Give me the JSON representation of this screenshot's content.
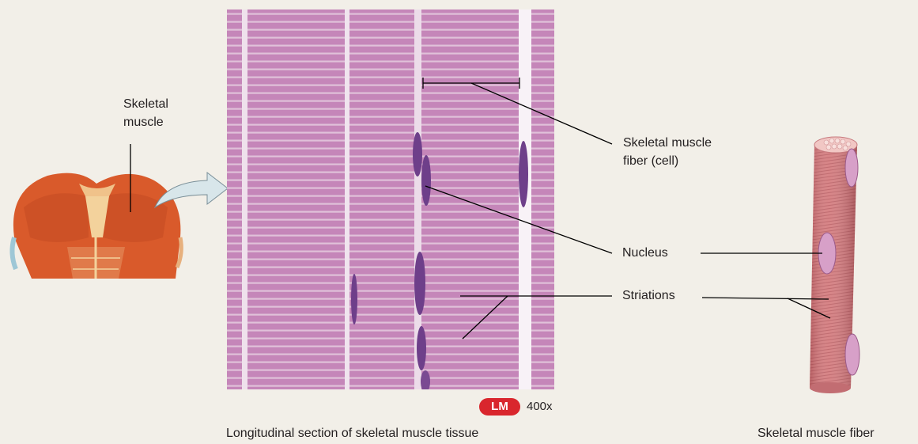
{
  "labels": {
    "skeletal_muscle_line1": "Skeletal",
    "skeletal_muscle_line2": "muscle",
    "fiber_cell_line1": "Skeletal muscle",
    "fiber_cell_line2": "fiber (cell)",
    "nucleus": "Nucleus",
    "striations": "Striations"
  },
  "magnification": {
    "badge": "LM",
    "value": "400x"
  },
  "captions": {
    "micrograph": "Longitudinal section of skeletal muscle tissue",
    "fiber": "Skeletal muscle fiber"
  },
  "colors": {
    "background": "#f2efe8",
    "tissue": "#c77fb8",
    "nuclei": "#6e3f8a",
    "badge": "#d9262d",
    "muscle_torso": "#d95a2b",
    "fiber": "#d1777a"
  },
  "icons": [
    "torso-muscle-illustration",
    "curved-arrow-icon",
    "muscle-fiber-illustration"
  ]
}
